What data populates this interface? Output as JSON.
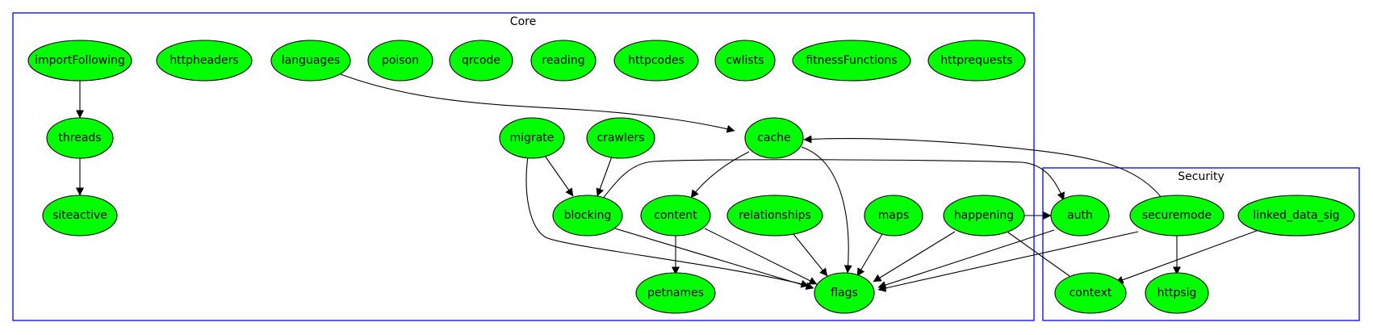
{
  "clusters": [
    {
      "id": "core",
      "label": "Core"
    },
    {
      "id": "security",
      "label": "Security"
    }
  ],
  "nodes": [
    {
      "id": "importFollowing",
      "label": "importFollowing"
    },
    {
      "id": "httpheaders",
      "label": "httpheaders"
    },
    {
      "id": "languages",
      "label": "languages"
    },
    {
      "id": "poison",
      "label": "poison"
    },
    {
      "id": "qrcode",
      "label": "qrcode"
    },
    {
      "id": "reading",
      "label": "reading"
    },
    {
      "id": "httpcodes",
      "label": "httpcodes"
    },
    {
      "id": "cwlists",
      "label": "cwlists"
    },
    {
      "id": "fitnessFunctions",
      "label": "fitnessFunctions"
    },
    {
      "id": "httprequests",
      "label": "httprequests"
    },
    {
      "id": "threads",
      "label": "threads"
    },
    {
      "id": "migrate",
      "label": "migrate"
    },
    {
      "id": "crawlers",
      "label": "crawlers"
    },
    {
      "id": "cache",
      "label": "cache"
    },
    {
      "id": "siteactive",
      "label": "siteactive"
    },
    {
      "id": "blocking",
      "label": "blocking"
    },
    {
      "id": "content",
      "label": "content"
    },
    {
      "id": "relationships",
      "label": "relationships"
    },
    {
      "id": "maps",
      "label": "maps"
    },
    {
      "id": "happening",
      "label": "happening"
    },
    {
      "id": "petnames",
      "label": "petnames"
    },
    {
      "id": "flags",
      "label": "flags"
    },
    {
      "id": "auth",
      "label": "auth"
    },
    {
      "id": "securemode",
      "label": "securemode"
    },
    {
      "id": "linked_data_sig",
      "label": "linked_data_sig"
    },
    {
      "id": "context",
      "label": "context"
    },
    {
      "id": "httpsig",
      "label": "httpsig"
    }
  ],
  "edges": [
    {
      "from": "importFollowing",
      "to": "threads"
    },
    {
      "from": "threads",
      "to": "siteactive"
    },
    {
      "from": "languages",
      "to": "cache"
    },
    {
      "from": "migrate",
      "to": "blocking"
    },
    {
      "from": "migrate",
      "to": "flags"
    },
    {
      "from": "crawlers",
      "to": "blocking"
    },
    {
      "from": "cache",
      "to": "content"
    },
    {
      "from": "cache",
      "to": "flags"
    },
    {
      "from": "blocking",
      "to": "auth"
    },
    {
      "from": "blocking",
      "to": "flags"
    },
    {
      "from": "content",
      "to": "petnames"
    },
    {
      "from": "content",
      "to": "flags"
    },
    {
      "from": "relationships",
      "to": "flags"
    },
    {
      "from": "maps",
      "to": "flags"
    },
    {
      "from": "happening",
      "to": "flags"
    },
    {
      "from": "happening",
      "to": "auth"
    },
    {
      "from": "happening",
      "to": "context"
    },
    {
      "from": "auth",
      "to": "flags"
    },
    {
      "from": "securemode",
      "to": "cache"
    },
    {
      "from": "securemode",
      "to": "flags"
    },
    {
      "from": "securemode",
      "to": "httpsig"
    },
    {
      "from": "linked_data_sig",
      "to": "context"
    }
  ],
  "colors": {
    "node_fill": "#00ff00",
    "node_stroke": "#000000",
    "cluster_stroke": "#0000ff",
    "edge": "#000000"
  }
}
